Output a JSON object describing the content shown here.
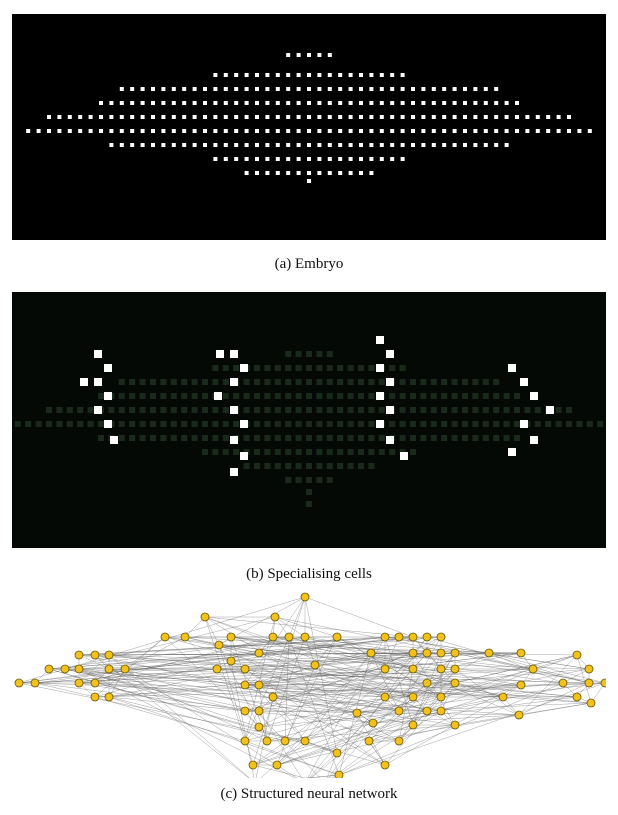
{
  "figure": {
    "captions": {
      "a": "(a) Embryo",
      "b": "(b) Specialising cells",
      "c": "(c) Structured neural network"
    }
  },
  "colors": {
    "embryo_background": "#000000",
    "embryo_cell": "#ffffff",
    "specialised_background": "#050905",
    "specialised_cell_bright": "#ffffff",
    "specialised_cell_dim": "#1a2a1a",
    "network_background": "#ffffff",
    "network_node_fill": "#f2c21b",
    "network_node_stroke": "#6b5400",
    "network_edge": "#666666"
  }
}
